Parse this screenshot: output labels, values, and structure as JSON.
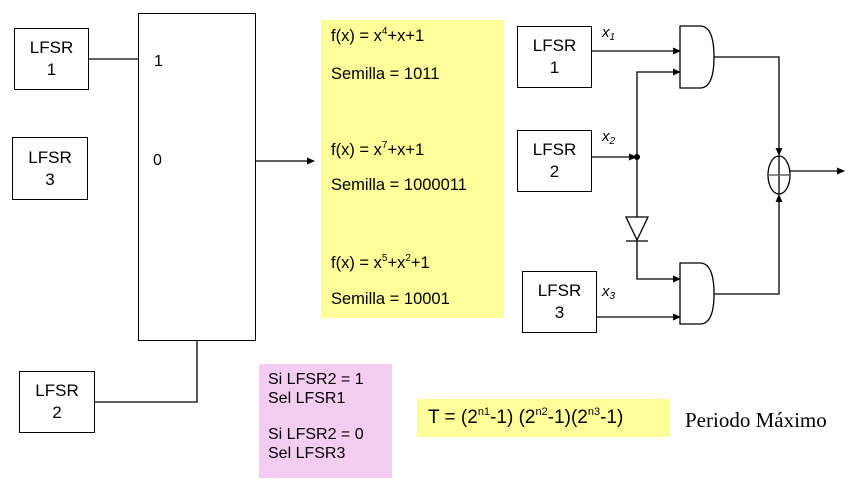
{
  "left_circuit": {
    "lfsr1": {
      "line1": "LFSR",
      "line2": "1"
    },
    "lfsr3": {
      "line1": "LFSR",
      "line2": "3"
    },
    "lfsr2": {
      "line1": "LFSR",
      "line2": "2"
    },
    "mux": {
      "input_1_label": "1",
      "input_0_label": "0"
    }
  },
  "polynomials": [
    {
      "fx_prefix": "f(x) = x",
      "exp1": "4",
      "mid": "+x+1",
      "exp2": "",
      "tail": "",
      "seed": "Semilla = 1011"
    },
    {
      "fx_prefix": "f(x) = x",
      "exp1": "7",
      "mid": "+x+1",
      "exp2": "",
      "tail": "",
      "seed": "Semilla = 1000011"
    },
    {
      "fx_prefix": "f(x) = x",
      "exp1": "5",
      "mid": "+x",
      "exp2": "2",
      "tail": "+1",
      "seed": "Semilla = 10001"
    }
  ],
  "selection_note": {
    "line1": "Si LFSR2 = 1",
    "line2": "Sel LFSR1",
    "line3": "Si LFSR2 = 0",
    "line4": "Sel LFSR3"
  },
  "right_circuit": {
    "lfsr1": {
      "line1": "LFSR",
      "line2": "1",
      "signal": "x",
      "sub": "1"
    },
    "lfsr2": {
      "line1": "LFSR",
      "line2": "2",
      "signal": "x",
      "sub": "2"
    },
    "lfsr3": {
      "line1": "LFSR",
      "line2": "3",
      "signal": "x",
      "sub": "3"
    }
  },
  "period": {
    "t_prefix": "T = (2",
    "e1": "n1",
    "p2": "-1) (2",
    "e2": "n2",
    "p3": "-1)(2",
    "e3": "n3",
    "p4": "-1)",
    "caption": "Periodo Máximo"
  },
  "colors": {
    "yellow_fill": "#ffff99",
    "pink_fill": "#f5ccf2",
    "line": "#000000"
  }
}
